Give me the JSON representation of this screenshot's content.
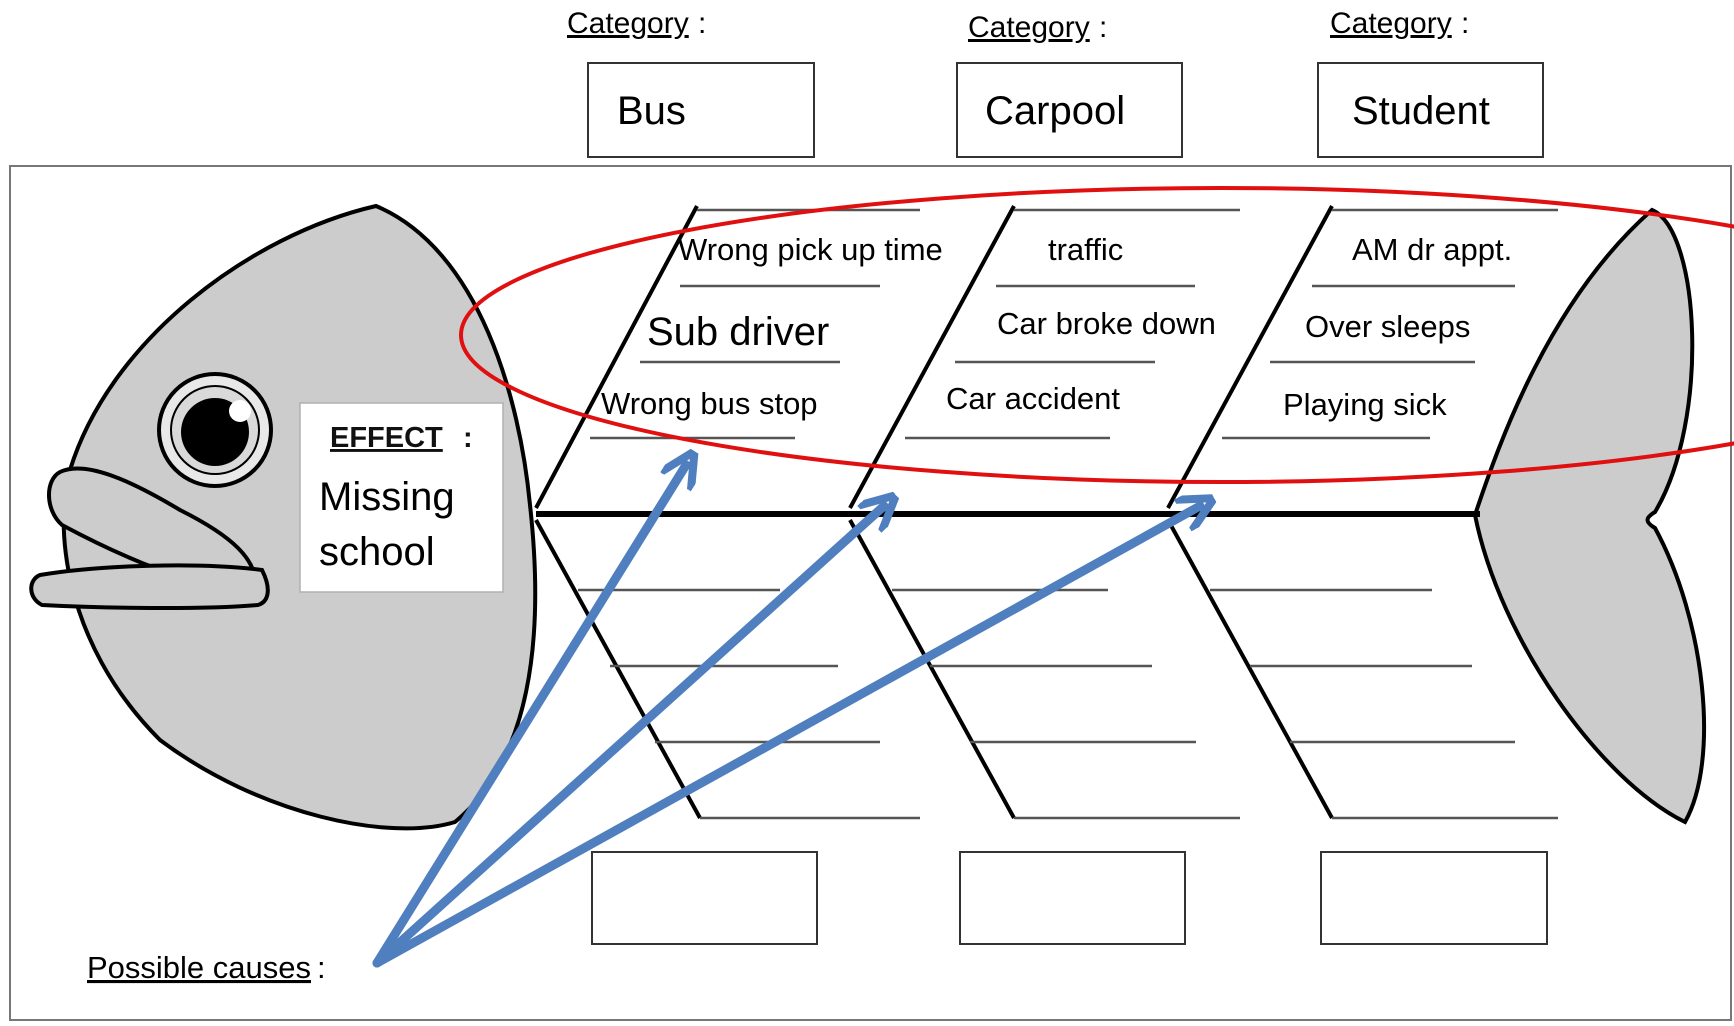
{
  "category_caption": "Category",
  "categories": [
    {
      "label": "Bus",
      "causes": [
        "Wrong pick up time",
        "Sub driver",
        "Wrong bus stop"
      ]
    },
    {
      "label": "Carpool",
      "causes": [
        "traffic",
        "Car broke down",
        "Car accident"
      ]
    },
    {
      "label": "Student",
      "causes": [
        "AM dr appt.",
        "Over sleeps",
        "Playing sick"
      ]
    }
  ],
  "effect": {
    "heading": "EFFECT",
    "text_line1": "Missing",
    "text_line2": "school"
  },
  "possible_causes_label": "Possible causes",
  "colors": {
    "fish_fill": "#cccccc",
    "outline": "#000000",
    "ellipse": "#e01010",
    "arrows": "#4f7fbf",
    "frame": "#777777"
  }
}
